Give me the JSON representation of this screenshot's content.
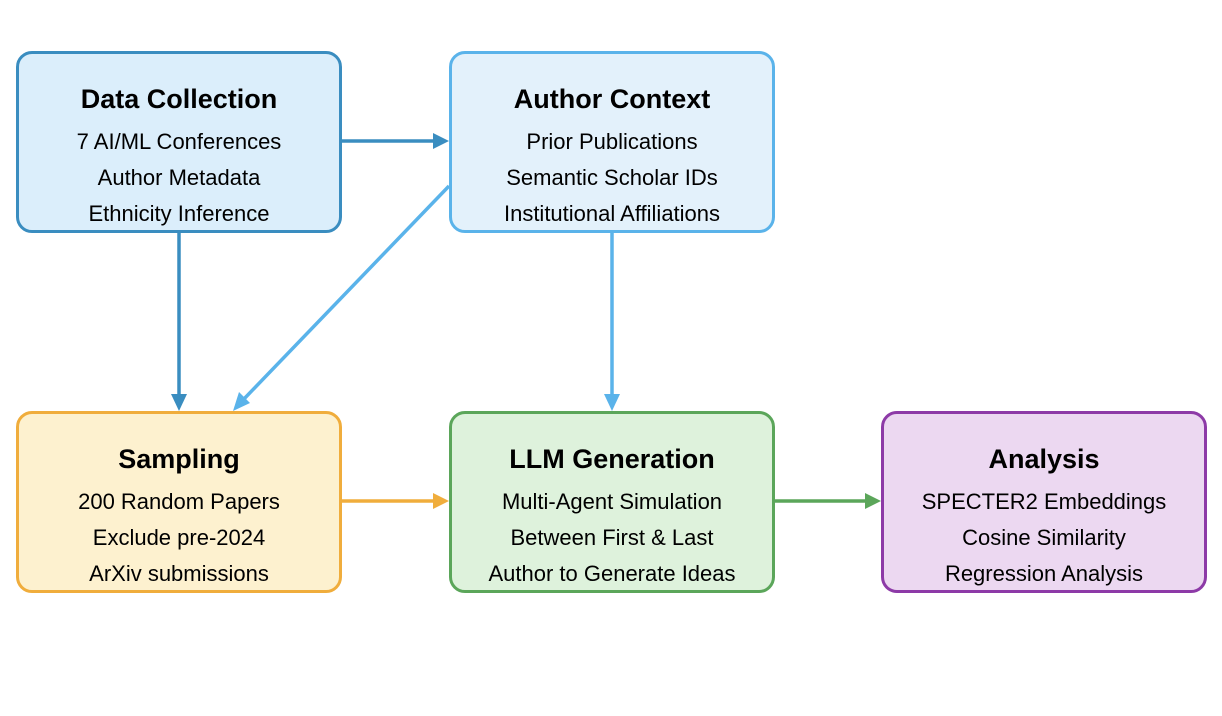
{
  "boxes": {
    "data_collection": {
      "title": "Data Collection",
      "lines": [
        "7 AI/ML Conferences",
        "Author Metadata",
        "Ethnicity Inference"
      ],
      "fill": "#dbeefb",
      "border": "#3a8dc0"
    },
    "author_context": {
      "title": "Author Context",
      "lines": [
        "Prior Publications",
        "Semantic Scholar IDs",
        "Institutional Affiliations"
      ],
      "fill": "#e3f1fb",
      "border": "#5ab3ea"
    },
    "sampling": {
      "title": "Sampling",
      "lines": [
        "200 Random Papers",
        "Exclude pre-2024",
        "ArXiv submissions"
      ],
      "fill": "#fdf1cf",
      "border": "#f0ad3c"
    },
    "llm_generation": {
      "title": "LLM Generation",
      "lines": [
        "Multi-Agent Simulation",
        "Between First & Last",
        "Author to Generate Ideas"
      ],
      "fill": "#def2dc",
      "border": "#5ba65a"
    },
    "analysis": {
      "title": "Analysis",
      "lines": [
        "SPECTER2 Embeddings",
        "Cosine Similarity",
        "Regression Analysis"
      ],
      "fill": "#ecd8f1",
      "border": "#8d3aa7"
    }
  },
  "arrows": [
    {
      "from": "data_collection",
      "to": "author_context",
      "color": "#3a8dc0"
    },
    {
      "from": "data_collection",
      "to": "sampling",
      "color": "#3a8dc0"
    },
    {
      "from": "author_context",
      "to": "sampling",
      "color": "#5ab3ea"
    },
    {
      "from": "author_context",
      "to": "llm_generation",
      "color": "#5ab3ea"
    },
    {
      "from": "sampling",
      "to": "llm_generation",
      "color": "#f0ad3c"
    },
    {
      "from": "llm_generation",
      "to": "analysis",
      "color": "#5ba65a"
    }
  ]
}
